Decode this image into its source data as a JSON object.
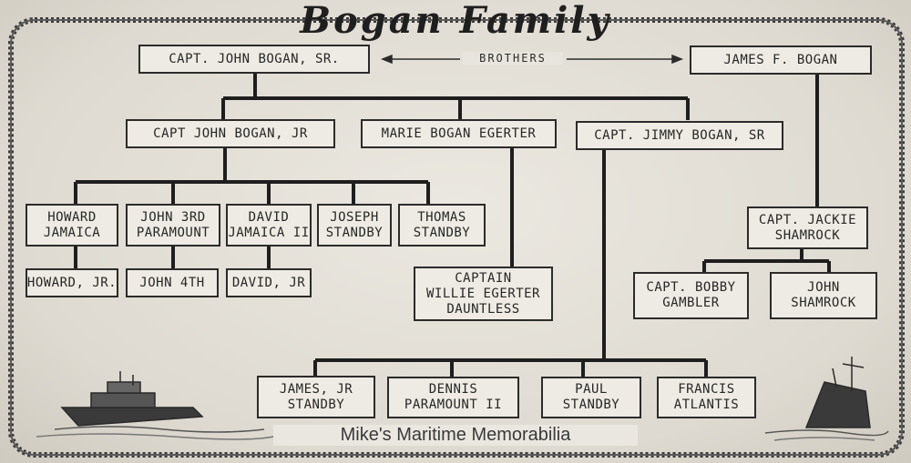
{
  "title": "Bogan Family",
  "brothers_label": "BROTHERS",
  "watermark": "Mike's Maritime Memorabilia",
  "people": {
    "john_sr": [
      "CAPT. JOHN BOGAN, SR."
    ],
    "james_f": [
      "JAMES F. BOGAN"
    ],
    "john_jr": [
      "CAPT JOHN BOGAN, JR"
    ],
    "marie": [
      "MARIE BOGAN EGERTER"
    ],
    "jimmy_sr": [
      "CAPT. JIMMY BOGAN, SR"
    ],
    "howard": [
      "HOWARD",
      "JAMAICA"
    ],
    "john_3rd": [
      "JOHN 3RD",
      "PARAMOUNT"
    ],
    "david": [
      "DAVID",
      "JAMAICA II"
    ],
    "joseph": [
      "JOSEPH",
      "STANDBY"
    ],
    "thomas": [
      "THOMAS",
      "STANDBY"
    ],
    "howard_jr": [
      "HOWARD, JR."
    ],
    "john_4th": [
      "JOHN 4TH"
    ],
    "david_jr": [
      "DAVID, JR"
    ],
    "willie": [
      "CAPTAIN",
      "WILLIE EGERTER",
      "DAUNTLESS"
    ],
    "jackie": [
      "CAPT. JACKIE",
      "SHAMROCK"
    ],
    "bobby": [
      "CAPT. BOBBY",
      "GAMBLER"
    ],
    "john_shamrock": [
      "JOHN",
      "SHAMROCK"
    ],
    "james_jr": [
      "JAMES, JR",
      "STANDBY"
    ],
    "dennis": [
      "DENNIS",
      "PARAMOUNT II"
    ],
    "paul": [
      "PAUL",
      "STANDBY"
    ],
    "francis": [
      "FRANCIS",
      "ATLANTIS"
    ]
  }
}
